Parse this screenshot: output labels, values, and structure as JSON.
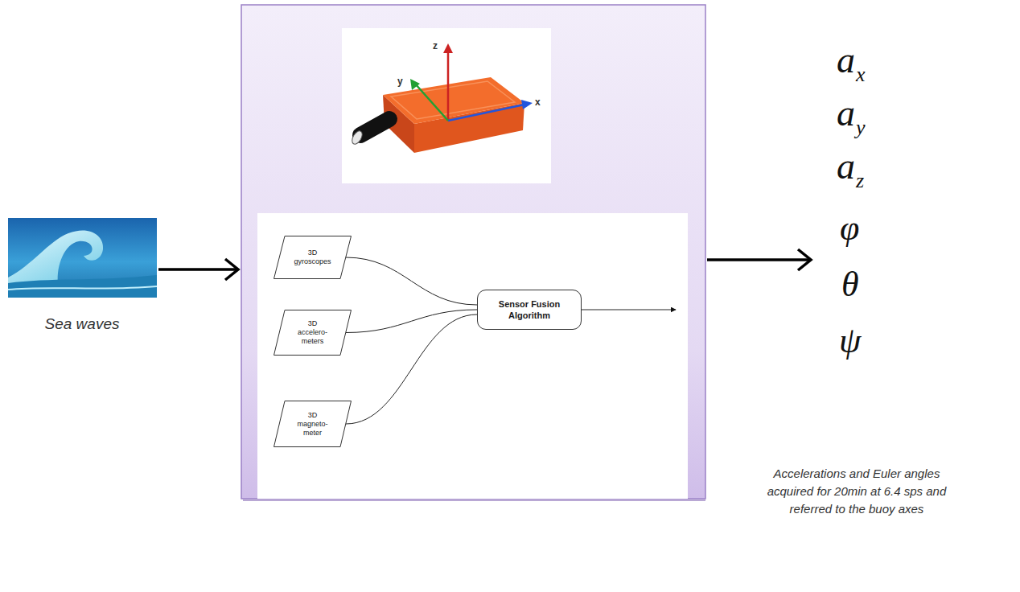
{
  "diagram": {
    "nodes": [
      {
        "text": [
          "3D gyroscopes"
        ]
      },
      {
        "text": [
          "3D accelero- meters"
        ]
      },
      {
        "text": [
          "3D magneto- meter"
        ]
      },
      {
        "text": [
          "Sensor Fusion Algorithm"
        ]
      }
    ],
    "edges": [
      {
        "from": 0,
        "to": 3,
        "arrow": "none"
      },
      {
        "from": 1,
        "to": 3,
        "arrow": "none"
      },
      {
        "from": 2,
        "to": 3,
        "arrow": "none"
      }
    ],
    "labels": [
      "Sea waves",
      "z",
      "y",
      "x",
      "a",
      "x",
      "a",
      "y",
      "a",
      "z",
      "φ",
      "θ",
      "ψ",
      "Accelerations and Euler angles acquired for 20min at 6.4 sps and referred to the buoy axes"
    ]
  }
}
